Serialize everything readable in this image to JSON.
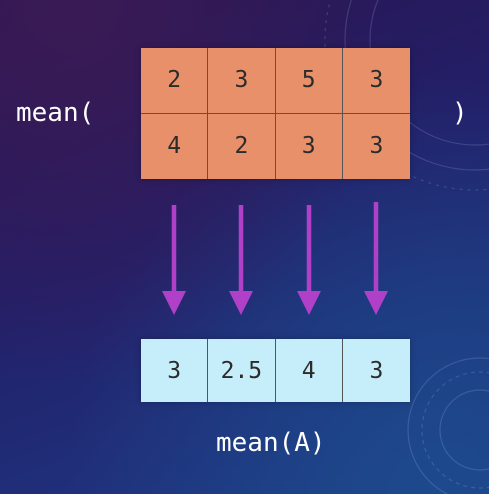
{
  "call_open": "mean(",
  "call_close": ")",
  "result_label": "mean(A)",
  "input_matrix": [
    [
      "2",
      "3",
      "5",
      "3"
    ],
    [
      "4",
      "2",
      "3",
      "3"
    ]
  ],
  "result_row": [
    "3",
    "2.5",
    "4",
    "3"
  ],
  "colors": {
    "input_fill": "#e8906a",
    "result_fill": "#c6eefa",
    "arrow": "#b040c8"
  }
}
